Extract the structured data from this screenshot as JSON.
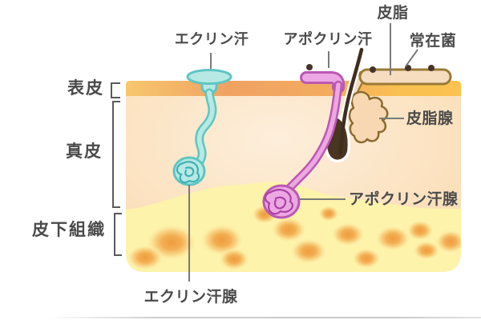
{
  "diagram_title": "skin sweat gland cross-section",
  "layer_labels": {
    "epidermis": "表皮",
    "dermis": "真皮",
    "subcutaneous": "皮下組織"
  },
  "top_labels": {
    "eccrine_sweat": "エクリン汗",
    "apocrine_sweat": "アポクリン汗",
    "sebum": "皮脂",
    "resident_bacteria": "常在菌"
  },
  "annotations": {
    "sebaceous_gland": "皮脂腺",
    "apocrine_gland": "アポクリン汗腺",
    "eccrine_gland": "エクリン汗腺"
  },
  "colors": {
    "label_text": "#4a4a4a",
    "pointer": "#7a7a7a",
    "bracket": "#5a5a5a",
    "epidermis_left": "#f7c76e",
    "epidermis_mid": "#f0a263",
    "epidermis_right": "#fbc24f",
    "dermis_center": "#fdeedb",
    "dermis_edge": "#f9d9b0",
    "subcutis": "#fdf3ab",
    "fat_core": "#ef9c3e",
    "eccrine_fill": "#b7e9e4",
    "eccrine_stroke": "#5ec6c2",
    "eccrine_coil": "#3fb0b4",
    "apocrine_fill": "#eda7e2",
    "apocrine_stroke": "#bb58b4",
    "apocrine_coil": "#a843a6",
    "sebum_band_fill": "#f6ddc0",
    "sebum_band_stroke": "#9a7a35",
    "sebaceous_fill": "#f8d8b2",
    "sebaceous_stroke": "#8a6a2f",
    "hair": "#3f2d1f",
    "follicle": "#4a3523",
    "bacteria_dot": "#46332a"
  }
}
